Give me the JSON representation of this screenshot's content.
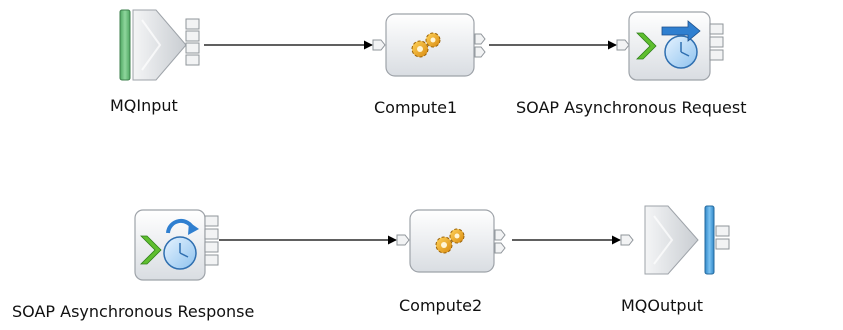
{
  "nodes": {
    "mqinput": {
      "label": "MQInput",
      "icon": "mq-input-icon"
    },
    "compute1": {
      "label": "Compute1",
      "icon": "compute-gears-icon"
    },
    "soap_request": {
      "label": "SOAP Asynchronous Request",
      "icon": "soap-async-request-icon"
    },
    "soap_response": {
      "label": "SOAP Asynchronous Response",
      "icon": "soap-async-response-icon"
    },
    "compute2": {
      "label": "Compute2",
      "icon": "compute-gears-icon"
    },
    "mqoutput": {
      "label": "MQOutput",
      "icon": "mq-output-icon"
    }
  },
  "connections": [
    {
      "from": "MQInput",
      "to": "Compute1"
    },
    {
      "from": "Compute1",
      "to": "SOAP Asynchronous Request"
    },
    {
      "from": "SOAP Asynchronous Response",
      "to": "Compute2"
    },
    {
      "from": "Compute2",
      "to": "MQOutput"
    }
  ],
  "colors": {
    "mq_input_bar": "#6dbf7e",
    "mq_output_bar": "#4a9fd8",
    "gear": "#e8a21c",
    "soap_arrow_green": "#5fbf2f",
    "soap_arrow_blue": "#2f7fd0",
    "wire": "#000000"
  }
}
